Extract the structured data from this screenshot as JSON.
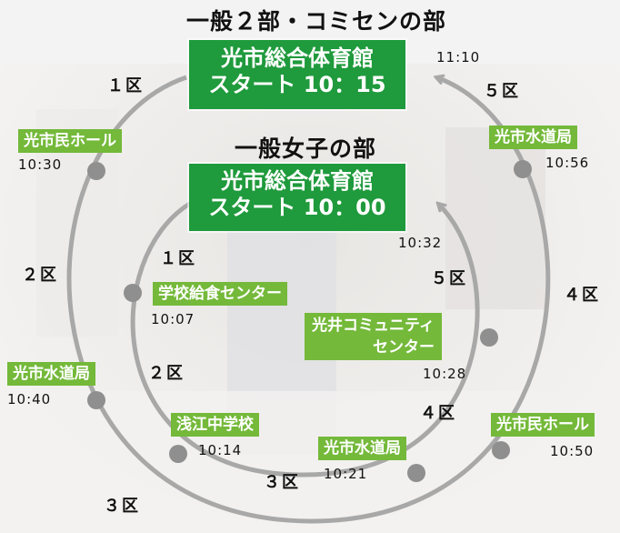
{
  "outer_course": {
    "title": "一般２部・コミセンの部",
    "start_venue": "光市総合体育館",
    "start_time": "スタート 10：15",
    "finish_time": "11:10",
    "stations": [
      {
        "name": "光市民ホール",
        "time": "10:30"
      },
      {
        "name": "光市水道局",
        "time": "10:40"
      },
      {
        "name": "光市民ホール",
        "time": "10:50"
      },
      {
        "name": "光市水道局",
        "time": "10:56"
      }
    ],
    "sections": [
      "１区",
      "２区",
      "３区",
      "４区",
      "５区"
    ]
  },
  "inner_course": {
    "title": "一般女子の部",
    "start_venue": "光市総合体育館",
    "start_time": "スタート 10：00",
    "finish_time": "10:32",
    "stations": [
      {
        "name": "学校給食センター",
        "time": "10:07"
      },
      {
        "name": "浅江中学校",
        "time": "10:14"
      },
      {
        "name": "光市水道局",
        "time": "10:21"
      },
      {
        "name_line1": "光井コミュニティ",
        "name_line2": "センター",
        "time": "10:28"
      }
    ],
    "sections": [
      "１区",
      "２区",
      "３区",
      "４区",
      "５区"
    ]
  },
  "colors": {
    "start_box": "#1f9a3c",
    "station_label": "#74b93a",
    "route_line": "#a8a8a8",
    "waypoint": "#8f8f8f"
  }
}
